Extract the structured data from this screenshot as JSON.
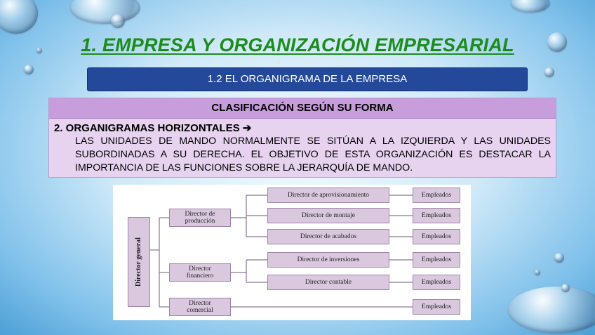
{
  "slide": {
    "title": "1. EMPRESA Y ORGANIZACIÓN EMPRESARIAL",
    "subtitle": "1.2 EL ORGANIGRAMA DE LA EMPRESA",
    "table": {
      "header": "CLASIFICACIÓN SEGÚN SU FORMA",
      "heading": "2. ORGANIGRAMAS HORIZONTALES",
      "arrow": "➔",
      "text": "Las unidades de mando normalmente se sitúan a la izquierda y las unidades subordinadas a su derecha. El objetivo de esta organización es destacar la importancia de las funciones sobre la jerarquía de mando."
    }
  },
  "org_chart": {
    "root": "Director general",
    "directors": {
      "produccion": "Director de\nproducción",
      "financiero": "Director\nfinanciero",
      "comercial": "Director\ncomercial"
    },
    "subdirectors": {
      "aprovisionamiento": "Director de aprovisionamiento",
      "montaje": "Director de montaje",
      "acabados": "Director de acabados",
      "inversiones": "Director de inversiones",
      "contable": "Director contable"
    },
    "employees_label": "Empleados"
  },
  "colors": {
    "title": "#1c8c1c",
    "subtitle_bg": "#24499a",
    "table_header_bg": "#c79ddc",
    "table_body_bg": "#e7d2ef",
    "node_fill": "#d9c8de",
    "line": "#8e7396"
  }
}
